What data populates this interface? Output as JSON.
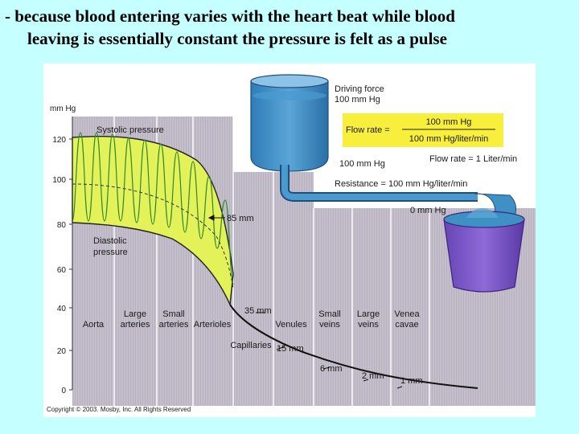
{
  "slide": {
    "title_line1": "- because blood entering varies with the heart beat while blood",
    "title_line2": "leaving is essentially constant the pressure is felt as a pulse"
  },
  "figure": {
    "y_unit": "mm Hg",
    "y_ticks": [
      "120",
      "100",
      "80",
      "60",
      "40",
      "20",
      "0"
    ],
    "systolic_label": "Systolic pressure",
    "diastolic_label_1": "Diastolic",
    "diastolic_label_2": "pressure",
    "point_labels": {
      "p85": "85 mm",
      "p35": "35 mm",
      "p15": "15 mm",
      "p6": "6 mm",
      "p2": "2 mm",
      "p1": "1 mm"
    },
    "vessels": {
      "aorta": "Aorta",
      "large_arteries_1": "Large",
      "large_arteries_2": "arteries",
      "small_arteries_1": "Small",
      "small_arteries_2": "arteries",
      "arterioles": "Arterioles",
      "capillaries": "Capillaries",
      "venules": "Venules",
      "small_veins_1": "Small",
      "small_veins_2": "veins",
      "large_veins_1": "Large",
      "large_veins_2": "veins",
      "venae_cavae_1": "Venea",
      "venae_cavae_2": "cavae"
    },
    "inset": {
      "driving_force_1": "Driving force",
      "driving_force_2": "100 mm Hg",
      "flow_rate_label": "Flow rate =",
      "formula_num": "100 mm Hg",
      "formula_den": "100 mm Hg/liter/min",
      "flow_rate_result": "Flow rate = 1 Liter/min",
      "pressure_100": "100 mm Hg",
      "resistance": "Resistance = 100 mm Hg/liter/min",
      "pressure_0": "0 mm Hg"
    },
    "copyright": "Copyright © 2003. Mosby, Inc. All Rights Reserved",
    "colors": {
      "chart_bg": "#c4bfcb",
      "pulse_fill": "#e4f25a",
      "water": "#3f90c4",
      "bucket": "#7c58c8",
      "formula_box": "#f8ef3c"
    }
  }
}
